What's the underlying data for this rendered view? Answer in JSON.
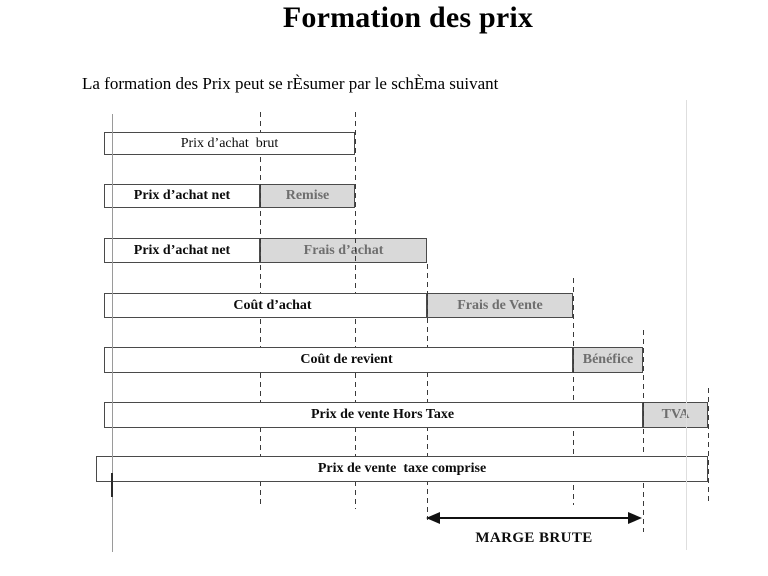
{
  "title": "Formation des prix",
  "subtitle": "La formation des Prix peut se rÈsumer par le schÈma suivant",
  "diagram": {
    "rows": [
      {
        "cells": [
          {
            "label": "Prix d’achat  brut",
            "type": "white"
          }
        ]
      },
      {
        "cells": [
          {
            "label": "Prix d’achat net",
            "type": "white"
          },
          {
            "label": "Remise",
            "type": "gray"
          }
        ]
      },
      {
        "cells": [
          {
            "label": "Prix d’achat net",
            "type": "white"
          },
          {
            "label": "Frais d’achat",
            "type": "gray"
          }
        ]
      },
      {
        "cells": [
          {
            "label": "Coût d’achat",
            "type": "white"
          },
          {
            "label": "Frais de Vente",
            "type": "gray"
          }
        ]
      },
      {
        "cells": [
          {
            "label": "Coût de revient",
            "type": "white"
          },
          {
            "label": "Bénéfice",
            "type": "gray"
          }
        ]
      },
      {
        "cells": [
          {
            "label": "Prix de vente Hors Taxe",
            "type": "white"
          },
          {
            "label": "TVA",
            "type": "gray"
          }
        ]
      },
      {
        "cells": [
          {
            "label": "Prix de vente  taxe comprise",
            "type": "white"
          }
        ]
      }
    ],
    "marge_label": "MARGE BRUTE",
    "colors": {
      "gray_fill": "#d9d9d9",
      "gray_text": "#6e6e6e",
      "box_border": "#4a4a4a"
    }
  }
}
